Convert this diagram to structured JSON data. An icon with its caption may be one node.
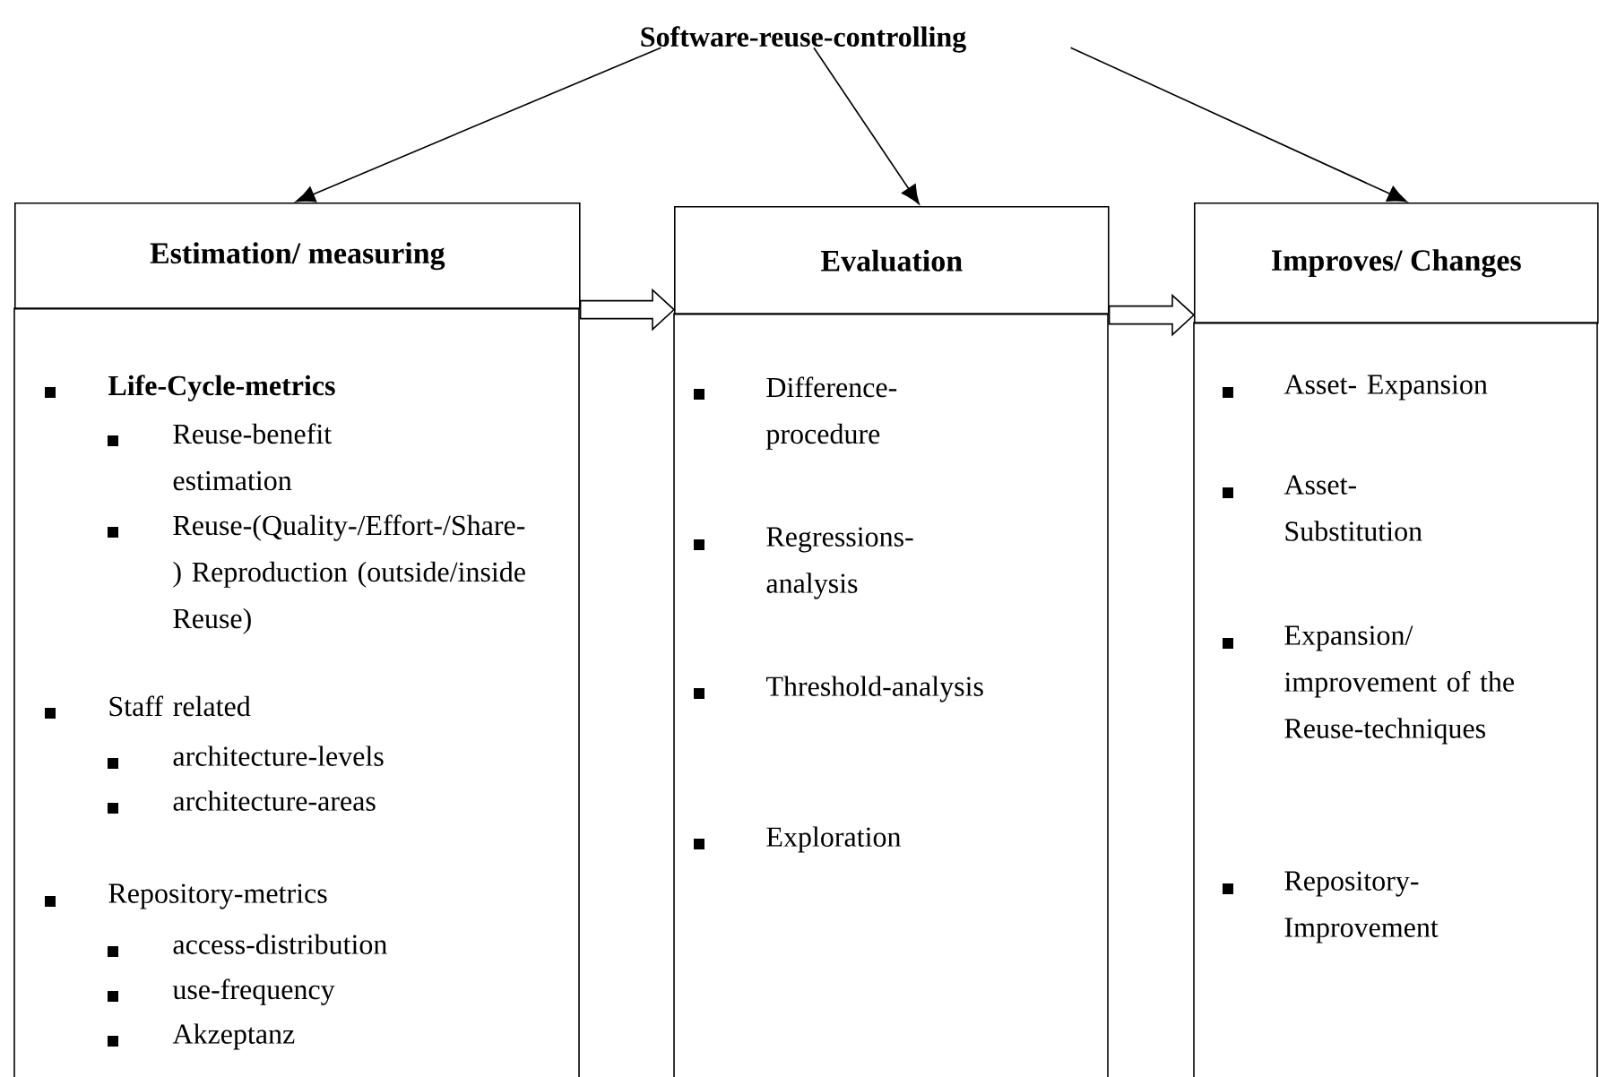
{
  "diagram": {
    "nodes": [
      {
        "text": [
          "Software-reuse-controlling"
        ]
      },
      {
        "text": [
          "Estimation/ measuring"
        ]
      },
      {
        "text": [
          "Life-Cycle-metrics",
          "Reuse-benefit estimation",
          "Reuse-(Quality-/Effort-/Share-) Reproduction (outside/inside Reuse)",
          "Staff related",
          "architecture-levels",
          "architecture-areas",
          "Repository-metrics",
          "access-distribution",
          "use-frequency",
          "Akzeptanz"
        ]
      },
      {
        "text": [
          "Evaluation"
        ]
      },
      {
        "text": [
          "Difference-procedure",
          "Regressions-analysis",
          "Threshold-analysis",
          "Exploration"
        ]
      },
      {
        "text": [
          "Improves/ Changes"
        ]
      },
      {
        "text": [
          "Asset- Expansion",
          "Asset- Substitution",
          "Expansion/ improvement of the Reuse-techniques",
          "Repository-Improvement"
        ]
      }
    ],
    "edges": [
      {
        "from": 0,
        "to": 1,
        "arrow": "to"
      },
      {
        "from": 0,
        "to": 3,
        "arrow": "to"
      },
      {
        "from": 0,
        "to": 5,
        "arrow": "to"
      },
      {
        "from": 1,
        "to": 3,
        "arrow": "to",
        "style": "thick"
      },
      {
        "from": 3,
        "to": 5,
        "arrow": "to",
        "style": "thick"
      }
    ]
  }
}
